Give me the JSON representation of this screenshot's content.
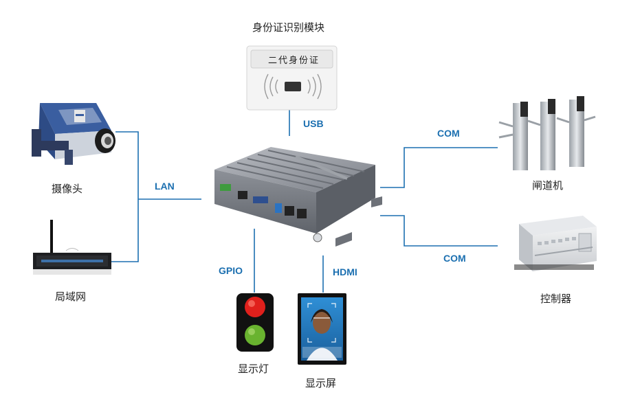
{
  "devices": {
    "id_module": "身份证识别模块",
    "id_card_text": "二代身份证",
    "camera": "摄像头",
    "lan_router": "局域网",
    "gate": "闸道机",
    "controller": "控制器",
    "signal_light": "显示灯",
    "display": "显示屏"
  },
  "connections": {
    "usb": "USB",
    "lan": "LAN",
    "com_gate": "COM",
    "com_controller": "COM",
    "gpio": "GPIO",
    "hdmi": "HDMI"
  },
  "colors": {
    "line": "#1b6fb0",
    "label": "#1b6fb0",
    "text": "#222222",
    "light_red": "#e0201c",
    "light_green": "#69b32f"
  }
}
